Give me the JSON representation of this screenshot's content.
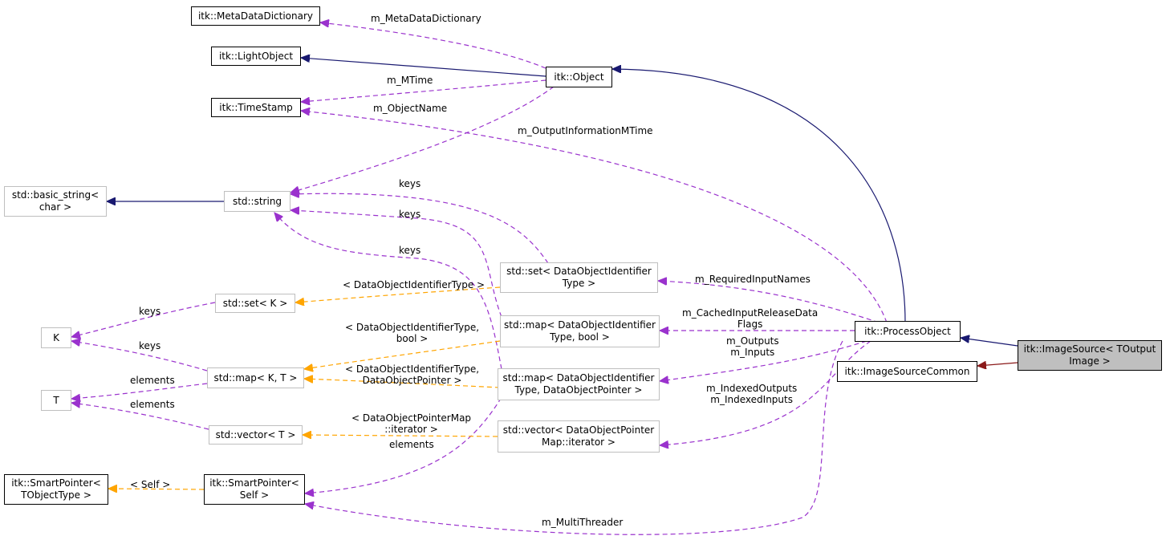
{
  "colors": {
    "inheritance": "#191970",
    "private_inheritance": "#8b1a1a",
    "usage": "#9a32cd",
    "template": "#ffa500",
    "external_border": "#bfbfbf",
    "focus_fill": "#bfbfbf"
  },
  "nodes": {
    "metadata_dictionary": "itk::MetaDataDictionary",
    "light_object": "itk::LightObject",
    "time_stamp": "itk::TimeStamp",
    "object": "itk::Object",
    "basic_string": "std::basic_string<\nchar >",
    "std_string": "std::string",
    "set_dataobjectid": "std::set< DataObjectIdentifier\nType >",
    "set_k": "std::set< K >",
    "k": "K",
    "map_bool": "std::map< DataObjectIdentifier\nType, bool >",
    "map_kt": "std::map< K, T >",
    "t": "T",
    "map_pointer": "std::map< DataObjectIdentifier\nType, DataObjectPointer >",
    "vector_t": "std::vector< T >",
    "vector_iterator": "std::vector< DataObjectPointer\nMap::iterator >",
    "smartpointer_tobject": "itk::SmartPointer<\nTObjectType >",
    "smartpointer_self": "itk::SmartPointer<\nSelf >",
    "process_object": "itk::ProcessObject",
    "image_source_common": "itk::ImageSourceCommon",
    "image_source": "itk::ImageSource< TOutput\nImage >"
  },
  "edge_labels": {
    "m_metadata_dictionary": "m_MetaDataDictionary",
    "m_mtime": "m_MTime",
    "m_object_name": "m_ObjectName",
    "m_output_information_mtime": "m_OutputInformationMTime",
    "keys_1": "keys",
    "keys_2": "keys",
    "keys_3": "keys",
    "dataobjectidentifiertype": "< DataObjectIdentifierType >",
    "m_required_input_names": "m_RequiredInputNames",
    "keys_setk": "keys",
    "dataobjectid_bool": "< DataObjectIdentifierType,\nbool >",
    "keys_mapkt": "keys",
    "m_cached_input_release": "m_CachedInputReleaseData\nFlags",
    "m_outputs_inputs": "m_Outputs\nm_Inputs",
    "elements_mapkt": "elements",
    "dataobjectid_pointer": "< DataObjectIdentifierType,\nDataObjectPointer >",
    "elements_vector": "elements",
    "dataobjectpointermap_iterator": "< DataObjectPointerMap\n::iterator >",
    "m_indexed": "m_IndexedOutputs\nm_IndexedInputs",
    "elements_smart": "elements",
    "self": "< Self >",
    "m_multithreader": "m_MultiThreader"
  }
}
